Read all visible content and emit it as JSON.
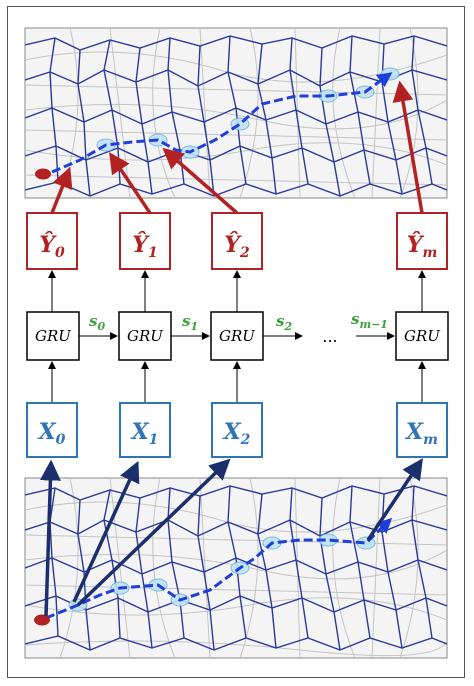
{
  "outputs": [
    "Ŷ0",
    "Ŷ1",
    "Ŷ2",
    "Ŷm"
  ],
  "output_labels": [
    {
      "base": "Ŷ",
      "sub": "0"
    },
    {
      "base": "Ŷ",
      "sub": "1"
    },
    {
      "base": "Ŷ",
      "sub": "2"
    },
    {
      "base": "Ŷ",
      "sub": "m"
    }
  ],
  "gru_label": "GRU",
  "states": [
    {
      "base": "s",
      "sub": "0"
    },
    {
      "base": "s",
      "sub": "1"
    },
    {
      "base": "s",
      "sub": "2"
    },
    {
      "base": "s",
      "sub": "m−1"
    }
  ],
  "ellipsis": "...",
  "input_labels": [
    {
      "base": "X",
      "sub": "0"
    },
    {
      "base": "X",
      "sub": "1"
    },
    {
      "base": "X",
      "sub": "2"
    },
    {
      "base": "X",
      "sub": "m"
    }
  ],
  "colors": {
    "output": "#b22222",
    "input": "#2e75b6",
    "state": "#3aa33a",
    "trajectory": "#1f3fdc",
    "input_arrow": "#1a2f6b",
    "voronoi": "#2a3a9a",
    "streets": "#bdbdbd"
  }
}
